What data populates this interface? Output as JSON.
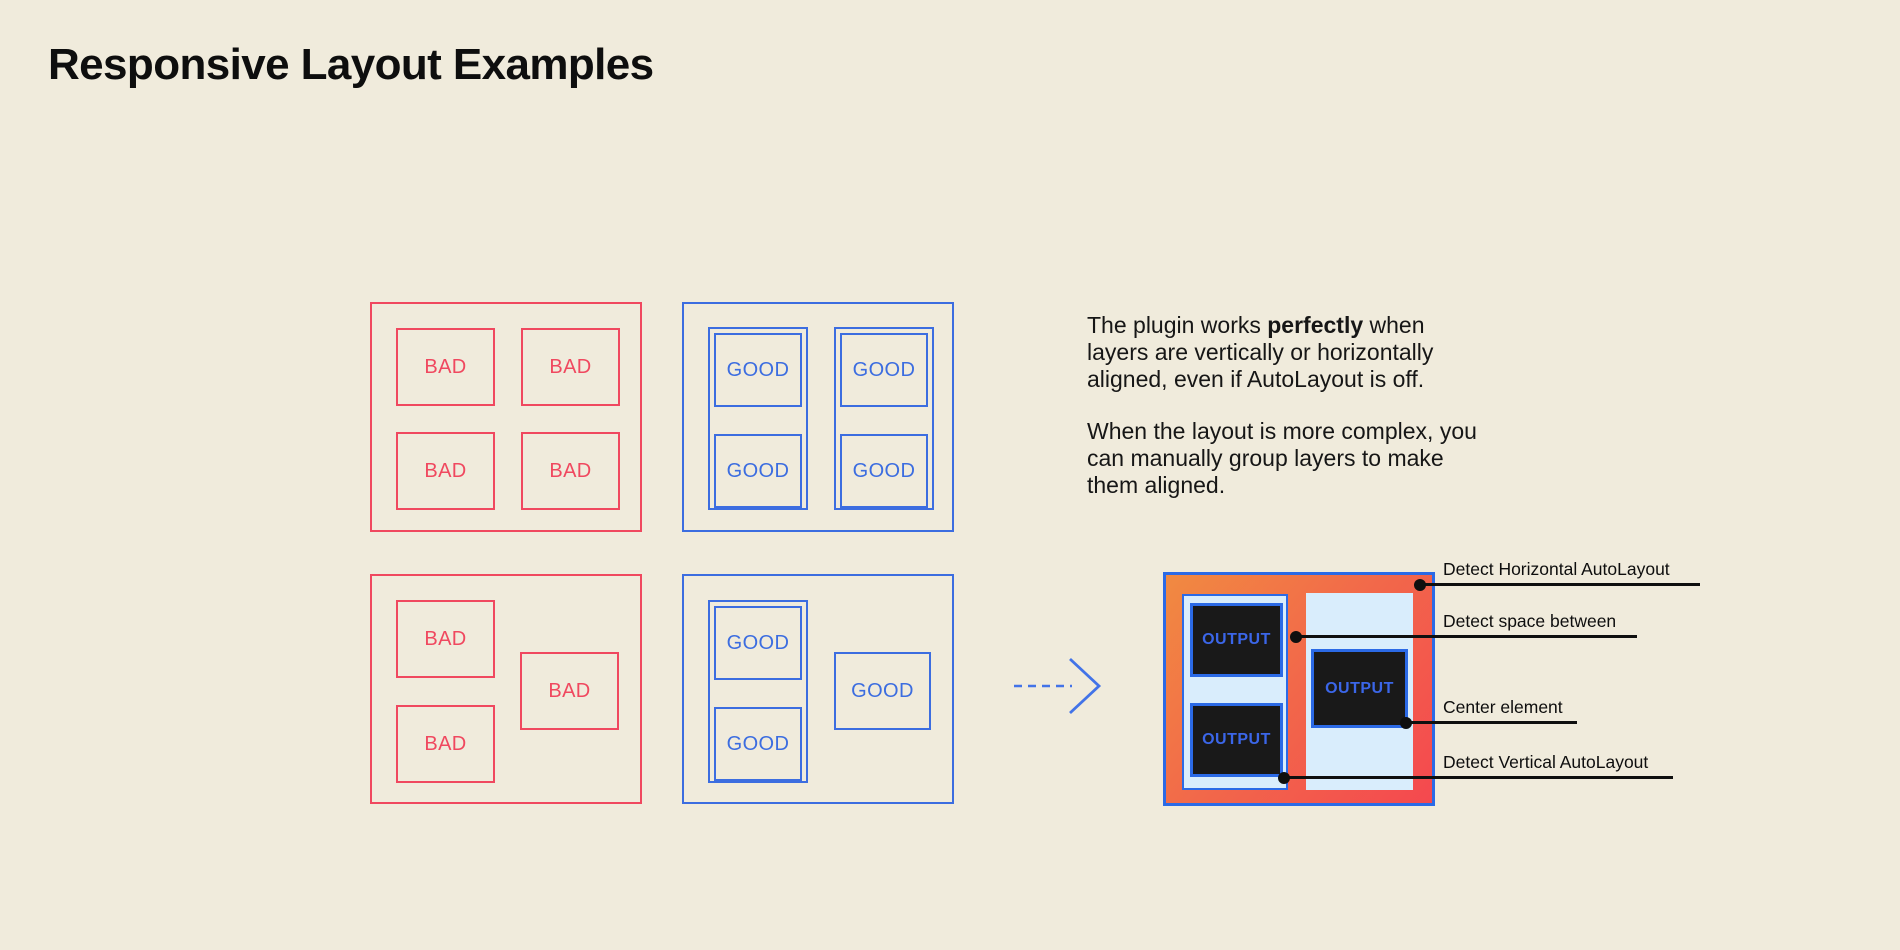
{
  "title": "Responsive Layout Examples",
  "colors": {
    "background": "#f0ebdc",
    "bad_red": "#f0485f",
    "good_blue": "#3c6de0",
    "output_frame_blue": "#2b6ae6",
    "output_panel_blue": "#d9edfc",
    "output_box_dark": "#191919",
    "output_text_blue": "#3b66e8",
    "gradient_start_orange": "#f18a41",
    "gradient_end_red": "#f4484f",
    "annotation_black": "#0f0f0f"
  },
  "examples": {
    "bad_aligned": {
      "boxes": [
        "BAD",
        "BAD",
        "BAD",
        "BAD"
      ]
    },
    "good_aligned": {
      "groups": [
        [
          "GOOD",
          "GOOD"
        ],
        [
          "GOOD",
          "GOOD"
        ]
      ]
    },
    "bad_complex": {
      "boxes": [
        "BAD",
        "BAD",
        "BAD"
      ]
    },
    "good_complex": {
      "grouped": [
        "GOOD",
        "GOOD"
      ],
      "single": "GOOD"
    }
  },
  "description": {
    "line1_prefix": "The plugin works ",
    "line1_bold": "perfectly",
    "line1_suffix": " when",
    "line2": "layers are vertically or horizontally",
    "line3": "aligned, even if AutoLayout is off.",
    "line4": "When the layout is more complex, you",
    "line5": "can manually group layers to make",
    "line6": "them aligned."
  },
  "icons": {
    "arrow": "dashed-arrow-right-icon"
  },
  "output": {
    "boxes": [
      "OUTPUT",
      "OUTPUT",
      "OUTPUT"
    ]
  },
  "annotations": [
    {
      "label": "Detect Horizontal AutoLayout"
    },
    {
      "label": "Detect space between"
    },
    {
      "label": "Center element"
    },
    {
      "label": "Detect Vertical AutoLayout"
    }
  ]
}
